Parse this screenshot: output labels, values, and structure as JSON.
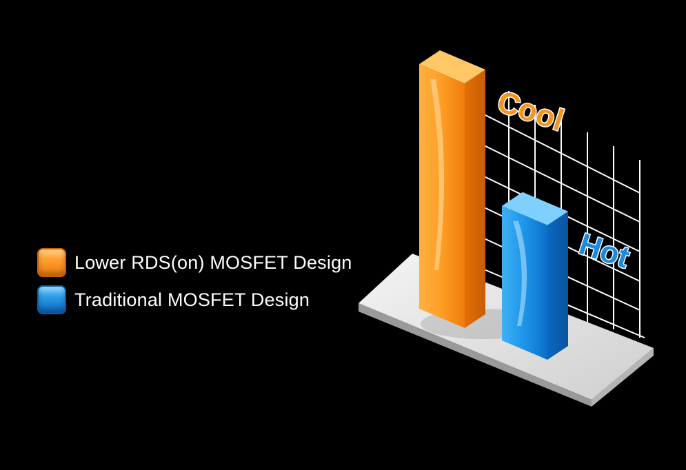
{
  "chart_data": {
    "type": "bar",
    "categories": [
      "Lower RDS(on) MOSFET Design",
      "Traditional MOSFET Design"
    ],
    "series": [
      {
        "name": "Lower RDS(on) MOSFET Design",
        "color": "#f7941d",
        "value": 100,
        "annotation": "Cool"
      },
      {
        "name": "Traditional MOSFET Design",
        "color": "#1a8ae3",
        "value": 55,
        "annotation": "Hot"
      }
    ],
    "grid": true,
    "legend_position": "left",
    "style": "3d-isometric"
  },
  "legend": {
    "items": [
      {
        "label": "Lower RDS(on) MOSFET Design",
        "color": "orange"
      },
      {
        "label": "Traditional MOSFET Design",
        "color": "blue"
      }
    ]
  }
}
